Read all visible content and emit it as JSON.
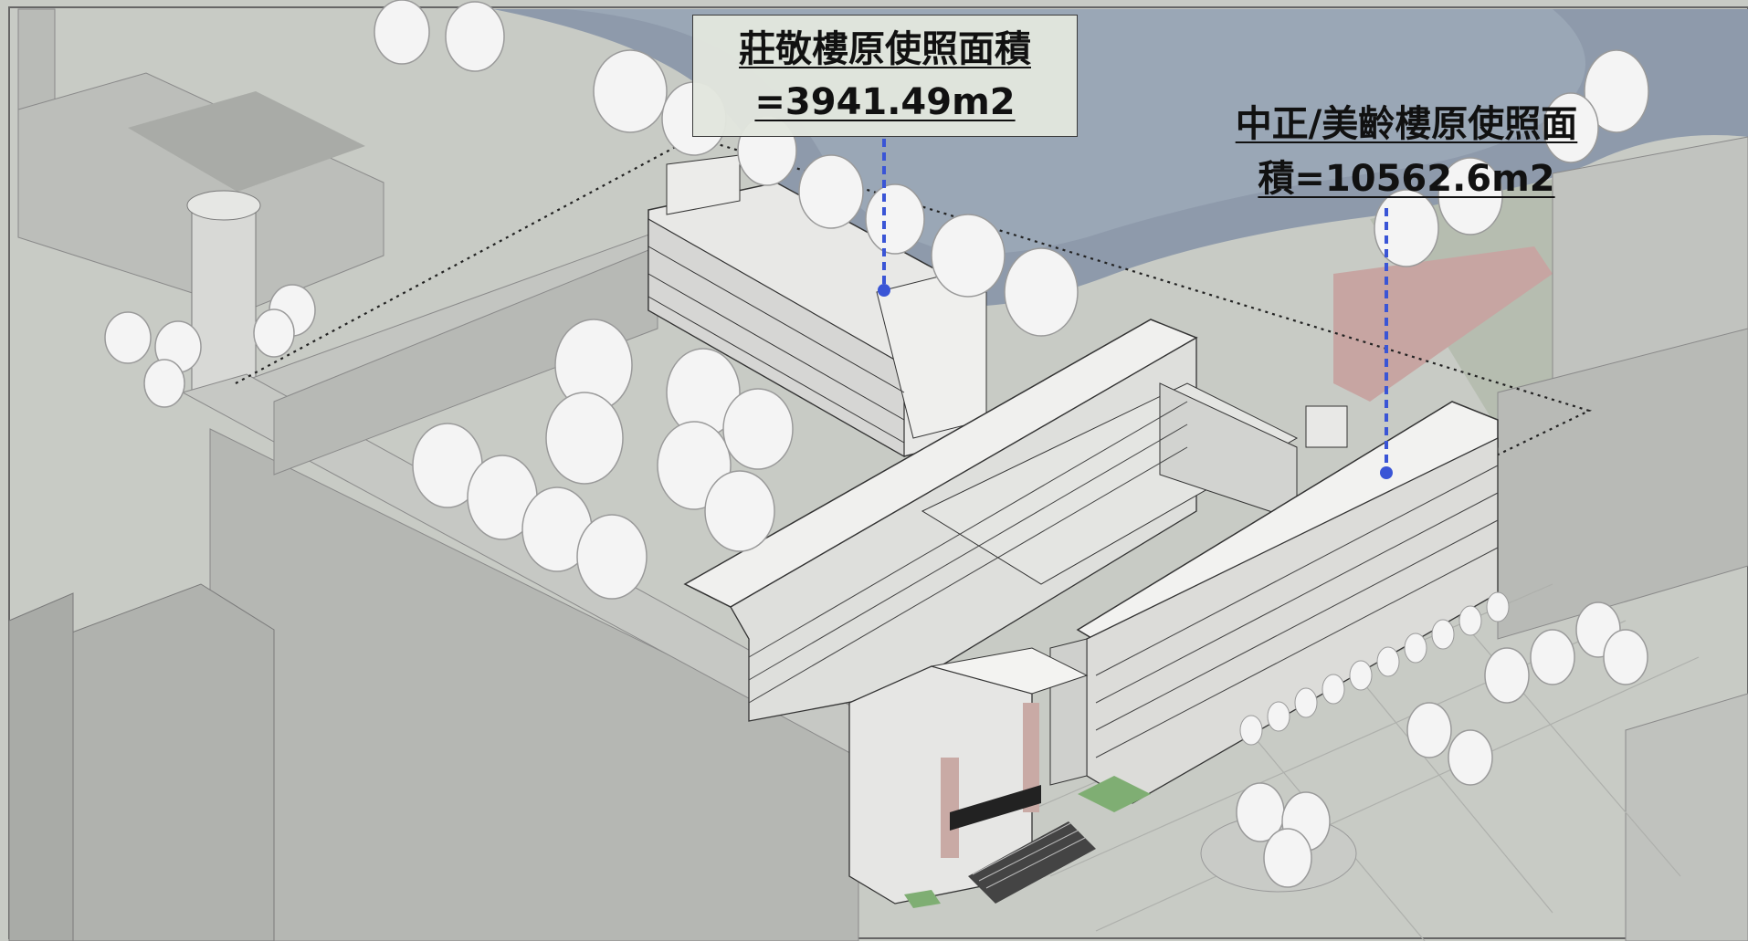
{
  "labels": {
    "zhuangjing": {
      "line1": "莊敬樓原使照面積",
      "line2": "=3941.49m2"
    },
    "zhongzheng": {
      "line1": "中正/美齡樓原使照面",
      "line2": "積=10562.6m2"
    }
  },
  "colors": {
    "background": "#c9ccc6",
    "water": "#8b97a8",
    "highlight_building": "#ececec",
    "context_building": "#bdbfbb",
    "leader_line": "#3a55d6",
    "red_paving": "#c78a86",
    "green_lawn": "#7fae73"
  }
}
